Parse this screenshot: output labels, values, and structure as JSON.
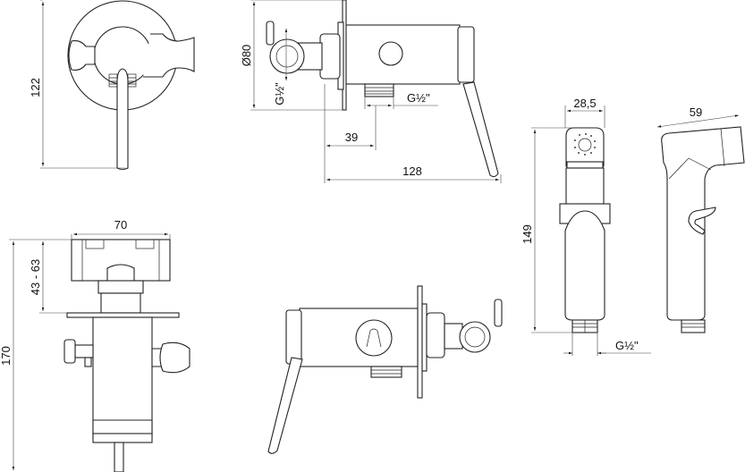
{
  "drawing": {
    "title": "Hygienic shower mixer set - technical drawing",
    "dimensions": {
      "front_height": "122",
      "plate_diameter": "Ø80",
      "outlet_thread_vertical": "G½\"",
      "outlet_thread_horizontal": "G½\"",
      "depth_to_outlet": "39",
      "total_depth": "128",
      "shower_width": "28,5",
      "shower_height": "149",
      "shower_thread": "G½\"",
      "shower_length": "59",
      "top_width": "70",
      "wall_range": "43 - 63",
      "total_height": "170"
    }
  }
}
